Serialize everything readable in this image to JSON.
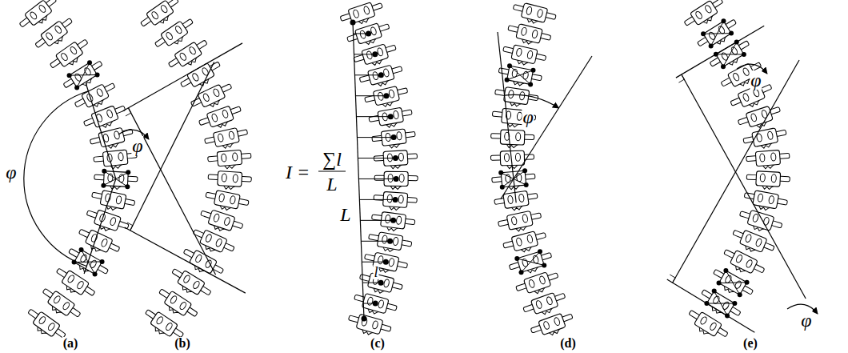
{
  "diagram": {
    "labels": [
      "φ",
      "φ",
      "I =",
      "∑l",
      "L",
      "L",
      "l",
      "φ",
      "φ",
      "φ",
      "(a)",
      "(b)",
      "(c)",
      "(d)",
      "(e)"
    ]
  }
}
